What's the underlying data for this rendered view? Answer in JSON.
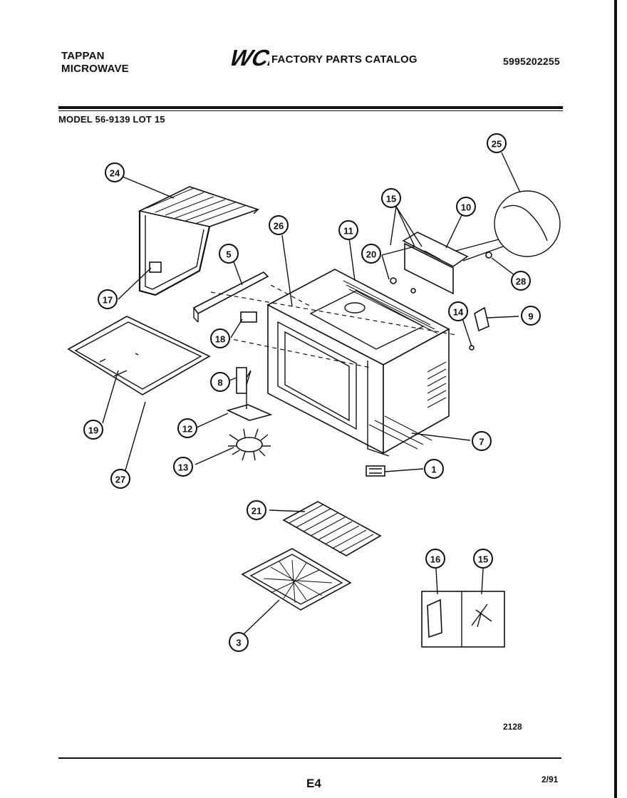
{
  "header": {
    "brand_line1": "TAPPAN",
    "brand_line2": "MICROWAVE",
    "logo_text": "WCI",
    "catalog_title": "FACTORY PARTS CATALOG",
    "catalog_number": "5995202255",
    "model_line": "MODEL 56-9139 LOT 15"
  },
  "footer": {
    "drawing_id": "2128",
    "page_id": "E4",
    "date": "2/91"
  },
  "callouts": [
    "24",
    "25",
    "15",
    "10",
    "26",
    "11",
    "20",
    "28",
    "5",
    "17",
    "18",
    "14",
    "9",
    "8",
    "19",
    "12",
    "7",
    "13",
    "27",
    "1",
    "21",
    "16",
    "15",
    "3"
  ]
}
